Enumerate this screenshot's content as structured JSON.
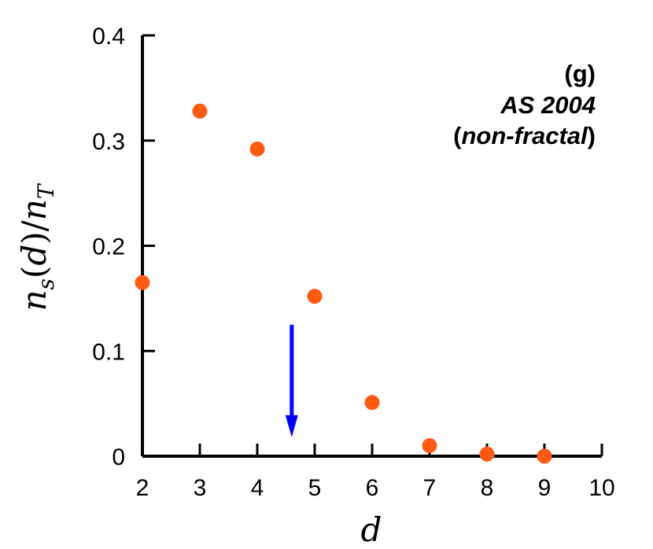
{
  "chart_data": {
    "type": "scatter",
    "series": [
      {
        "x": [
          2,
          3,
          4,
          5,
          6,
          7,
          8,
          9
        ],
        "y": [
          0.165,
          0.328,
          0.292,
          0.152,
          0.051,
          0.01,
          0.002,
          0.0
        ],
        "color": "#ff5a14"
      }
    ],
    "xlabel": "d",
    "ylabel": "n_s(d)/n_T",
    "xlim": [
      2,
      10
    ],
    "ylim": [
      0,
      0.4
    ],
    "xticks": [
      "2",
      "3",
      "4",
      "5",
      "6",
      "7",
      "8",
      "9",
      "10"
    ],
    "yticks": [
      "0",
      "0.1",
      "0.2",
      "0.3",
      "0.4"
    ],
    "annotations": {
      "panel": "(g)",
      "name": "AS 2004",
      "note_open": "(",
      "note": "non-fractal",
      "note_close": ")"
    },
    "arrow": {
      "x": 4.6,
      "y_from": 0.125,
      "y_to": 0.018,
      "color": "#0000ff"
    },
    "grid": false,
    "legend": "none"
  }
}
